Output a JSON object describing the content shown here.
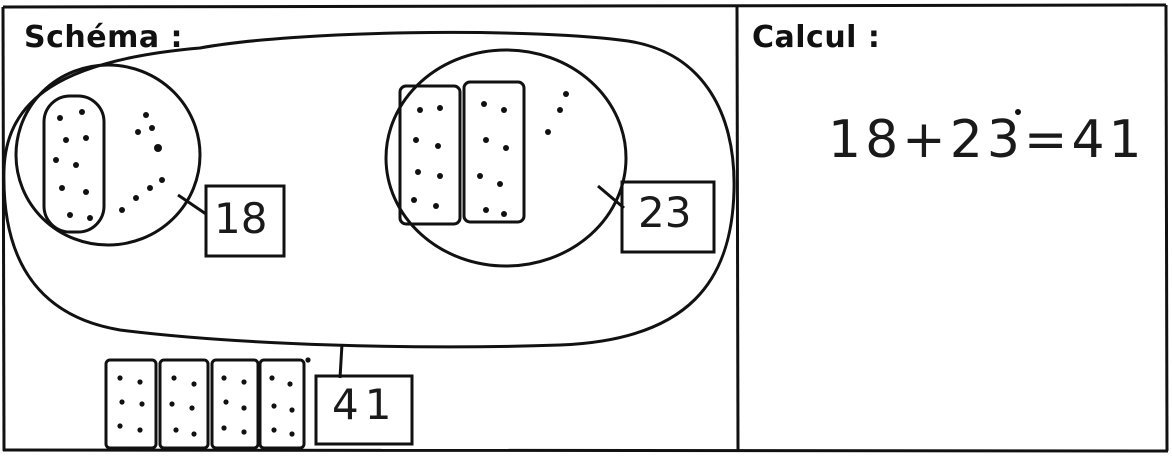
{
  "schema": {
    "label": "Schéma :",
    "group_a": {
      "value": "18",
      "tens": 1,
      "ones": 8
    },
    "group_b": {
      "value": "23",
      "tens": 2,
      "ones": 3
    },
    "total": {
      "value": "41",
      "tens": 4,
      "ones": 1
    }
  },
  "calcul": {
    "label": "Calcul :",
    "expression": "18+23=41"
  }
}
